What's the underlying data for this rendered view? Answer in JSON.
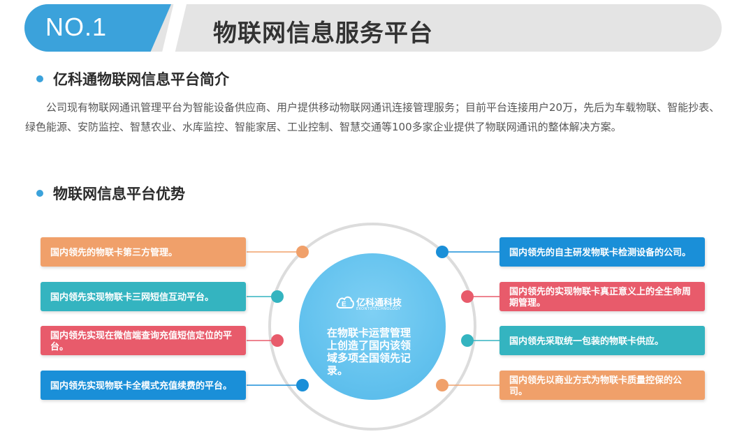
{
  "banner": {
    "number": "NO.1",
    "title": "物联网信息服务平台"
  },
  "section1": {
    "title": "亿科通物联网信息平台简介",
    "text": "公司现有物联网通讯管理平台为智能设备供应商、用户提供移动物联网通讯连接管理服务；目前平台连接用户20万，先后为车载物联、智能抄表、绿色能源、安防监控、智慧农业、水库监控、智能家居、工业控制、智慧交通等100多家企业提供了物联网通讯的整体解决方案。"
  },
  "section2": {
    "title": "物联网信息平台优势"
  },
  "center": {
    "logo_name": "亿科通科技",
    "logo_sub": "EKONTOTECHNOLOGY",
    "text": "在物联卡运营管理上创造了国内该领域多项全国领先记录。"
  },
  "left_items": [
    {
      "label": "国内领先的物联卡第三方管理。",
      "color": "#f0a06a"
    },
    {
      "label": "国内领先实现物联卡三网短信互动平台。",
      "color": "#34b4c0"
    },
    {
      "label": "国内领先实现在微信端查询充值短信定位的平台。",
      "color": "#e85b6b"
    },
    {
      "label": "国内领先实现物联卡全模式充值续费的平台。",
      "color": "#1a8fd8"
    }
  ],
  "right_items": [
    {
      "label": "国内领先的自主研发物联卡检测设备的公司。",
      "color": "#1a8fd8"
    },
    {
      "label": "国内领先的实现物联卡真正意义上的全生命周期管理。",
      "color": "#e85b6b"
    },
    {
      "label": "国内领先采取统一包装的物联卡供应。",
      "color": "#34b4c0"
    },
    {
      "label": "国内领先以商业方式为物联卡质量控保的公司。",
      "color": "#f0a06a"
    }
  ],
  "colors": {
    "accent": "#3ba2db",
    "orange": "#f0a06a",
    "teal": "#34b4c0",
    "red": "#e85b6b",
    "blue": "#1a8fd8"
  }
}
